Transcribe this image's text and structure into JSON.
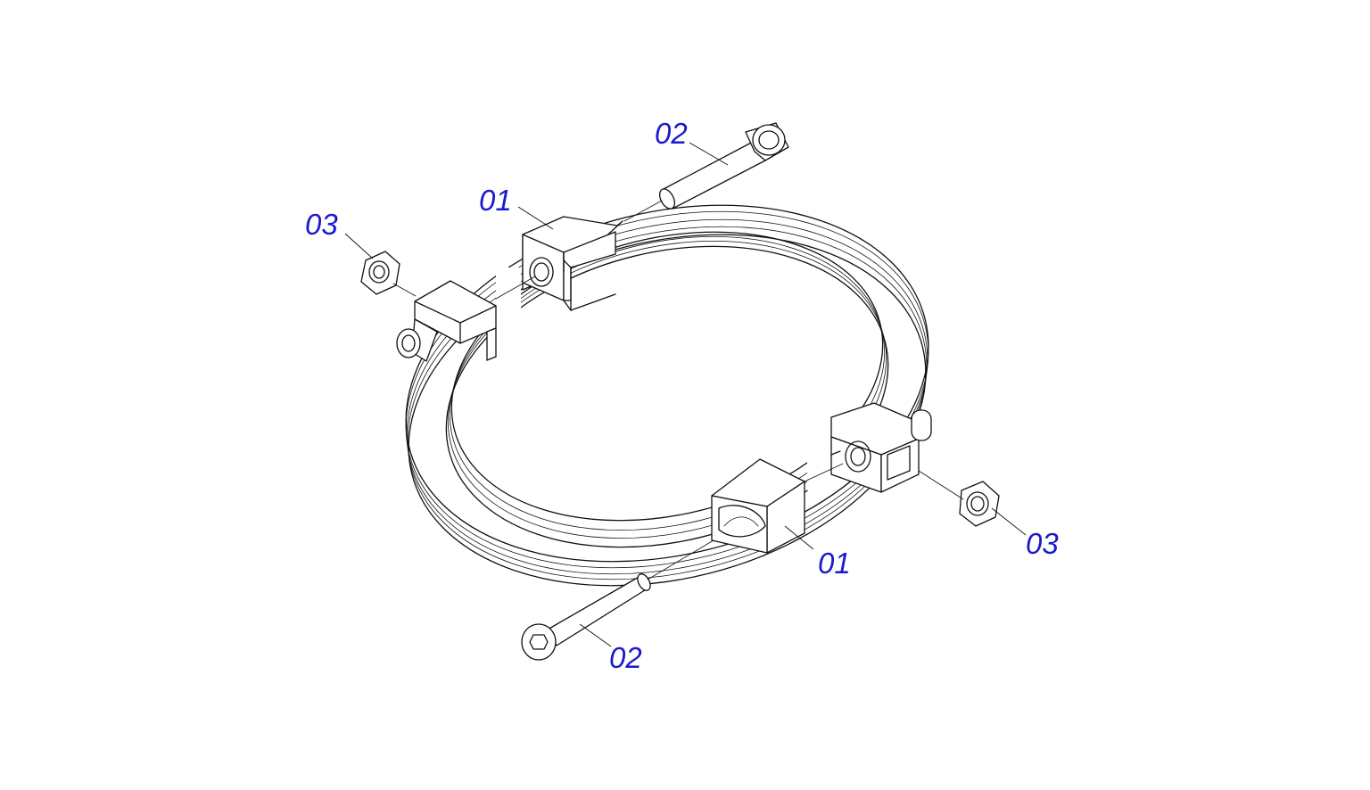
{
  "diagram": {
    "type": "exploded-assembly-drawing",
    "label_color": "#1a1acd",
    "line_color": "#111111",
    "callouts": {
      "part_01_top": "01",
      "part_01_bottom": "01",
      "part_02_top": "02",
      "part_02_bottom": "02",
      "part_03_left": "03",
      "part_03_right": "03"
    }
  }
}
